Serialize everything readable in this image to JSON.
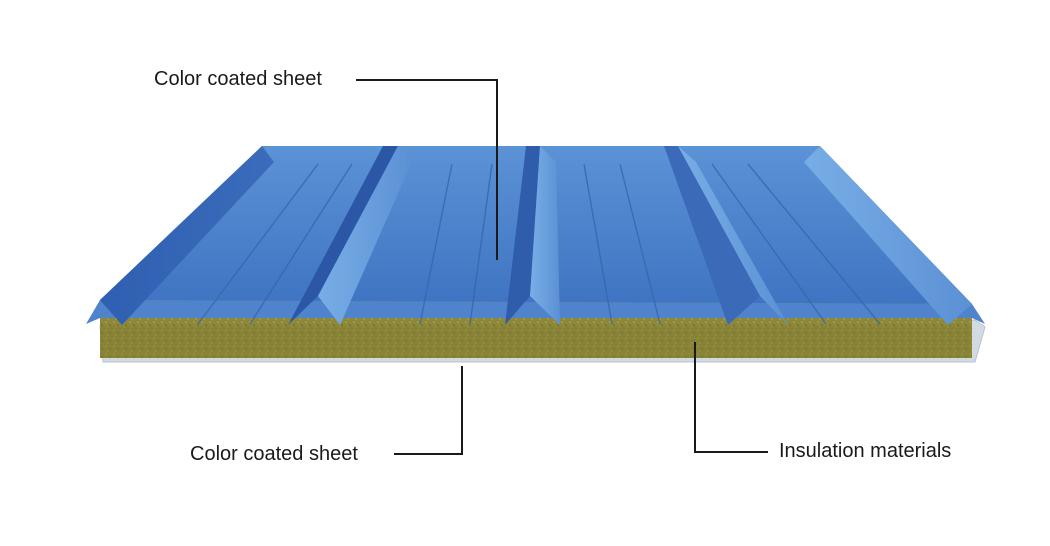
{
  "labels": {
    "top_sheet": "Color coated sheet",
    "bottom_sheet": "Color coated sheet",
    "insulation": "Insulation materials"
  },
  "colors": {
    "top_sheet_blue": "#4a7fc9",
    "top_sheet_light": "#6a9fdb",
    "top_sheet_dark": "#2f5aa8",
    "insulation_core": "#8f8a3c",
    "bottom_sheet_grey": "#cfd8df",
    "leader_line": "#1a1a1a"
  }
}
